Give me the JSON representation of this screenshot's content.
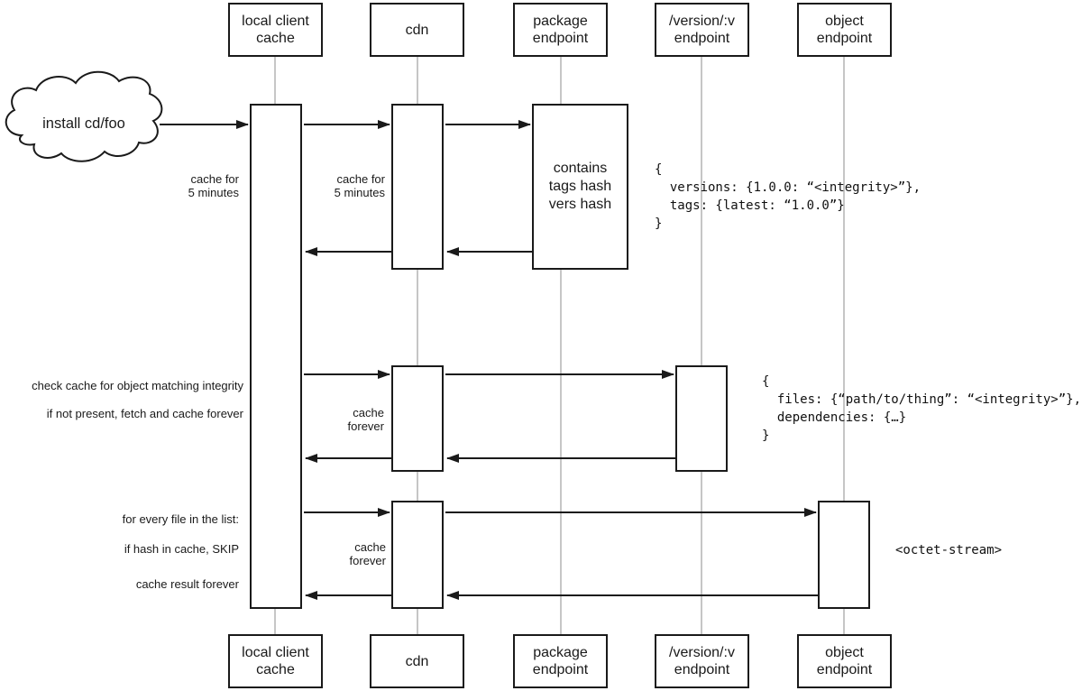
{
  "actors": [
    {
      "label": "local client cache"
    },
    {
      "label": "cdn"
    },
    {
      "label": "package endpoint"
    },
    {
      "label": "/version/:v endpoint"
    },
    {
      "label": "object endpoint"
    }
  ],
  "cloud": {
    "label": "install cd/foo"
  },
  "activations": {
    "package_note": "contains\ntags hash\nvers hash"
  },
  "annotations": {
    "cache_5min_local": "cache for\n5 minutes",
    "cache_5min_cdn": "cache for\n5 minutes",
    "check_cache": "check cache for object matching integrity",
    "if_not_present": "if not present, fetch and cache forever",
    "cache_forever_mid": "cache\nforever",
    "for_every_file": "for every file in the list:",
    "if_hash_skip": "if hash in cache, SKIP",
    "cache_result_forever": "cache result forever",
    "cache_forever_bottom": "cache\nforever",
    "octet_stream": "<octet-stream>"
  },
  "responses": {
    "package_json": "{\n  versions: {1.0.0: “<integrity>”},\n  tags: {latest: “1.0.0”}\n}",
    "version_json": "{\n  files: {“path/to/thing”: “<integrity>”},\n  dependencies: {…}\n}"
  },
  "colors": {
    "line": "#1a1a1a",
    "lifeline": "#b3b3b3",
    "background": "#ffffff",
    "box_fill": "#ffffff"
  }
}
